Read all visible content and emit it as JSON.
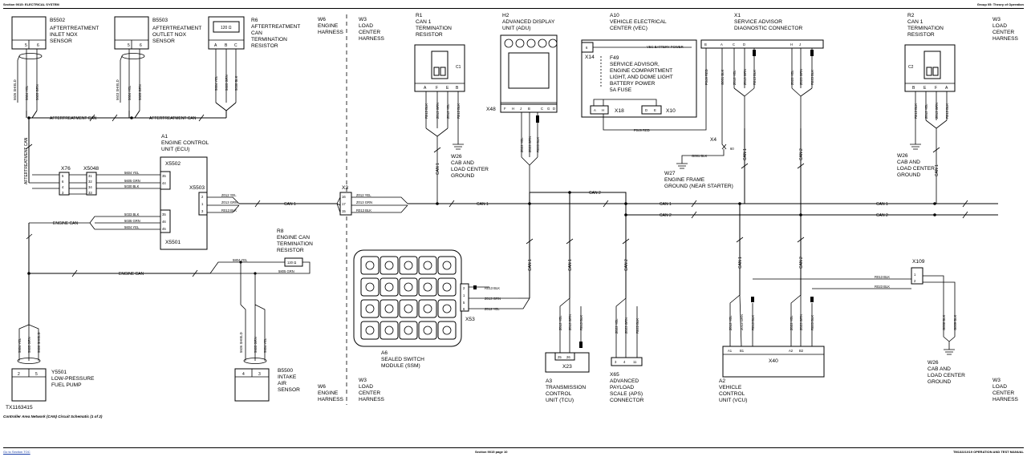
{
  "header": {
    "left": "Section 9015: ELECTRICAL SYSTEM",
    "right": "Group 05: Theory of Operation"
  },
  "footer": {
    "left": "Go to Section TOC",
    "center": "Section 9015 page 10",
    "right": "TM13221X19 OPERATION AND TEST MANUAL"
  },
  "figure": {
    "id": "TX1163415",
    "caption": "Controller Area Network (CAN) Circuit Schematic (1 of 2)"
  },
  "harness_labels": {
    "w6": [
      "W6",
      "ENGINE",
      "HARNESS"
    ],
    "w3": [
      "W3",
      "LOAD",
      "CENTER",
      "HARNESS"
    ]
  },
  "components": {
    "b5502": {
      "id": "B5502",
      "name": [
        "AFTERTREATMENT",
        "INLET NOX",
        "SENSOR"
      ],
      "pins": [
        "5",
        "6"
      ]
    },
    "b5503": {
      "id": "B5503",
      "name": [
        "AFTERTREATMENT",
        "OUTLET NOX",
        "SENSOR"
      ],
      "pins": [
        "5",
        "6"
      ]
    },
    "r6": {
      "id": "R6",
      "name": [
        "AFTERTREATMENT",
        "CAN",
        "TERMINATION",
        "RESISTOR"
      ],
      "value": "120 Ω",
      "pins": [
        "A",
        "B",
        "C"
      ]
    },
    "r1": {
      "id": "R1",
      "name": [
        "CAN 1",
        "TERMINATION",
        "RESISTOR"
      ],
      "pins": [
        "A",
        "F",
        "E",
        "B"
      ],
      "cap": "C1"
    },
    "h2": {
      "id": "H2",
      "name": [
        "ADVANCED DISPLAY",
        "UNIT (ADU)"
      ],
      "connector": "X48",
      "pins": [
        "F",
        "H",
        "J",
        "B",
        "C",
        "G",
        "D"
      ]
    },
    "a10": {
      "id": "A10",
      "name": [
        "VEHICLE ELECTRICAL",
        "CENTER (VEC)"
      ],
      "x14": "X14",
      "vec_power": "VEC BATTERY POWER",
      "f49": "F49",
      "fuse": [
        "SERVICE ADVISOR,",
        "ENGINE COMPARTMENT",
        "LIGHT, AND DOME LIGHT",
        "BATTERY POWER",
        "5A FUSE"
      ],
      "x18": "X18",
      "x10": "X10",
      "x18_pins": [
        "A",
        "H"
      ],
      "x10_pins": [
        "D",
        "E"
      ],
      "p049": "P049 RED"
    },
    "x1": {
      "id": "X1",
      "name": [
        "SERVICE ADVISOR",
        "DIAGNOSTIC CONNECTOR"
      ],
      "pins": [
        "B",
        "A",
        "C",
        "D",
        "H",
        "J"
      ]
    },
    "r2": {
      "id": "R2",
      "name": [
        "CAN 1",
        "TERMINATION",
        "RESISTOR"
      ],
      "pins": [
        "B",
        "E",
        "F",
        "A"
      ],
      "cap": "C2"
    },
    "a1": {
      "id": "A1",
      "name": [
        "ENGINE CONTROL",
        "UNIT (ECU)"
      ],
      "x5502": "X5502",
      "x5503": "X5503",
      "x5501": "X5501",
      "pins_5502": [
        "35",
        "44"
      ],
      "pins_5503": [
        "2",
        "1",
        "3"
      ],
      "pins_5501": [
        "35",
        "46",
        "45"
      ]
    },
    "x76": {
      "id": "X76",
      "pins": [
        "5",
        "6",
        "4",
        "3"
      ]
    },
    "x5048": {
      "id": "X5048",
      "pins": [
        "31",
        "32",
        "34",
        "33"
      ]
    },
    "x3": {
      "id": "X3",
      "pins": [
        "16",
        "17",
        "15"
      ]
    },
    "r8": {
      "id": "R8",
      "name": [
        "ENGINE CAN",
        "TERMINATION",
        "RESISTOR"
      ],
      "value": "120 Ω"
    },
    "w26_left": {
      "id": "W26",
      "name": [
        "CAB AND",
        "LOAD CENTER",
        "GROUND"
      ]
    },
    "w26_right": {
      "id": "W26",
      "name": [
        "CAB AND",
        "LOAD CENTER",
        "GROUND"
      ]
    },
    "w26_br": {
      "id": "W26",
      "name": [
        "CAB AND",
        "LOAD CENTER",
        "GROUND"
      ]
    },
    "w27": {
      "id": "W27",
      "name": [
        "ENGINE FRAME",
        "GROUND (NEAR STARTER)"
      ]
    },
    "x4": {
      "id": "X4",
      "pin": "60"
    },
    "y5501": {
      "id": "Y5501",
      "name": [
        "LOW-PRESSURE",
        "FUEL PUMP"
      ],
      "pins": [
        "2",
        "5"
      ]
    },
    "b5500": {
      "id": "B5500",
      "name": [
        "INTAKE",
        "AIR",
        "SENSOR"
      ],
      "pins": [
        "4",
        "3"
      ]
    },
    "a6": {
      "id": "A6",
      "name": [
        "SEALED SWITCH",
        "MODULE (SSM)"
      ],
      "connector": "X53",
      "pins": [
        "2",
        "1",
        "5",
        "6"
      ]
    },
    "a3": {
      "id": "A3",
      "name": [
        "TRANSMISSION",
        "CONTROL",
        "UNIT (TCU)"
      ],
      "connector": "X23",
      "pins": [
        "25",
        "26"
      ]
    },
    "x65": {
      "id": "X65",
      "name": [
        "ADVANCED",
        "PAYLOAD",
        "SCALE (APS)",
        "CONNECTOR"
      ],
      "pins": [
        "3",
        "4",
        "11"
      ]
    },
    "a2": {
      "id": "A2",
      "name": [
        "VEHICLE",
        "CONTROL",
        "UNIT (VCU)"
      ],
      "connector": "X40",
      "pins": [
        "A1",
        "B1",
        "A2",
        "B2"
      ]
    },
    "x109": {
      "id": "X109",
      "pins": [
        "1",
        "2"
      ]
    }
  },
  "wires": {
    "s5606": "5606 SHIELD",
    "s5603": "5603 SHIELD",
    "y5604": "5604 YEL",
    "g5605": "5605 GRN",
    "y5608": "5608 YEL",
    "s5608": "5608 SHIELD",
    "y5030": "5030 YEL",
    "g5035": "5035 GRN",
    "k5030": "5030 BLK",
    "k5033": "5033 BLK",
    "g5603": "5603 GRN",
    "k5603": "5603 BLK",
    "y5603": "5603 YEL",
    "y5604s": "5604 YEL",
    "g5604s": "5605 GRN",
    "sh5606": "5606 SHIELD",
    "y5804": "5804 YEL",
    "g5805": "5805 GRN",
    "y5032": "5032 YEL",
    "y2012": "Z012 YEL",
    "g2013": "Z013 GRN",
    "k2013": "R013 BLK",
    "y2022": "Z022 YEL",
    "g2023": "Z023 GRN",
    "k2023": "R023 BLK",
    "k2013x": "R013 BLK",
    "k2023x": "R023 BLK",
    "k2013r": "R013 BLK",
    "r0049": "P049 RED",
    "k0001": "G001 BLK",
    "k0004": "G004 BLK",
    "g0001": "G001 BLK",
    "k0008": "G008 BLK",
    "k0009": "G009 BLK"
  },
  "buses": {
    "aftertreatment_can": "AFTERTREATMENT CAN",
    "engine_can": "ENGINE CAN",
    "can1": "CAN 1",
    "can2": "CAN 2"
  }
}
